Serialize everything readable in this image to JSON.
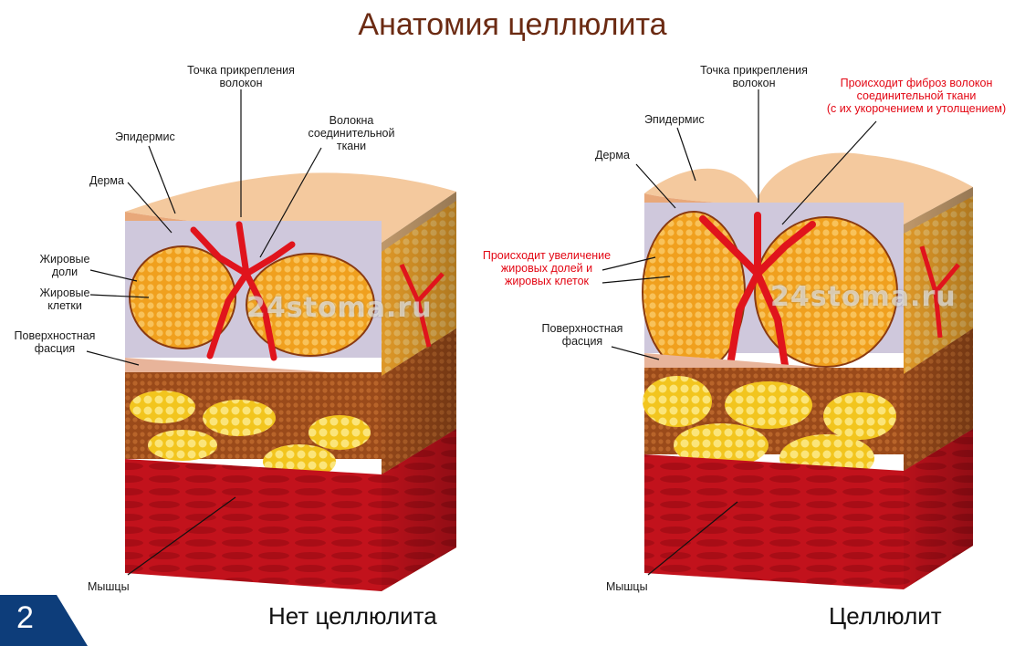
{
  "title": "Анатомия целлюлита",
  "badge_number": "2",
  "watermark": "24stoma.ru",
  "colors": {
    "title": "#6b2a12",
    "highlight_text": "#e30613",
    "badge": "#0d3d7a",
    "epidermis": "#f3c79c",
    "dermis": "#c9c2d8",
    "fat_lobe": "#f0a01e",
    "fat_deep": "#f7d534",
    "connective_fiber": "#e0141c",
    "fascia": "#e8b49a",
    "muscle": "#c2121c"
  },
  "left": {
    "caption": "Нет целлюлита",
    "labels": {
      "attachment": "Точка прикрепления\nволокон",
      "fibers": "Волокна\nсоединительной\nткани",
      "epidermis": "Эпидермис",
      "dermis": "Дерма",
      "fat_lobes": "Жировые\nдоли",
      "fat_cells": "Жировые\nклетки",
      "fascia": "Поверхностная\nфасция",
      "muscles": "Мышцы"
    }
  },
  "right": {
    "caption": "Целлюлит",
    "labels": {
      "attachment": "Точка прикрепления\nволокон",
      "fibrosis_note": "Происходит фиброз волокон\nсоединительной ткани\n(с их укорочением и утолщением)",
      "epidermis": "Эпидермис",
      "dermis": "Дерма",
      "growth_note": "Происходит увеличение\nжировых долей и\nжировых клеток",
      "fascia": "Поверхностная\nфасция",
      "muscles": "Мышцы"
    }
  }
}
